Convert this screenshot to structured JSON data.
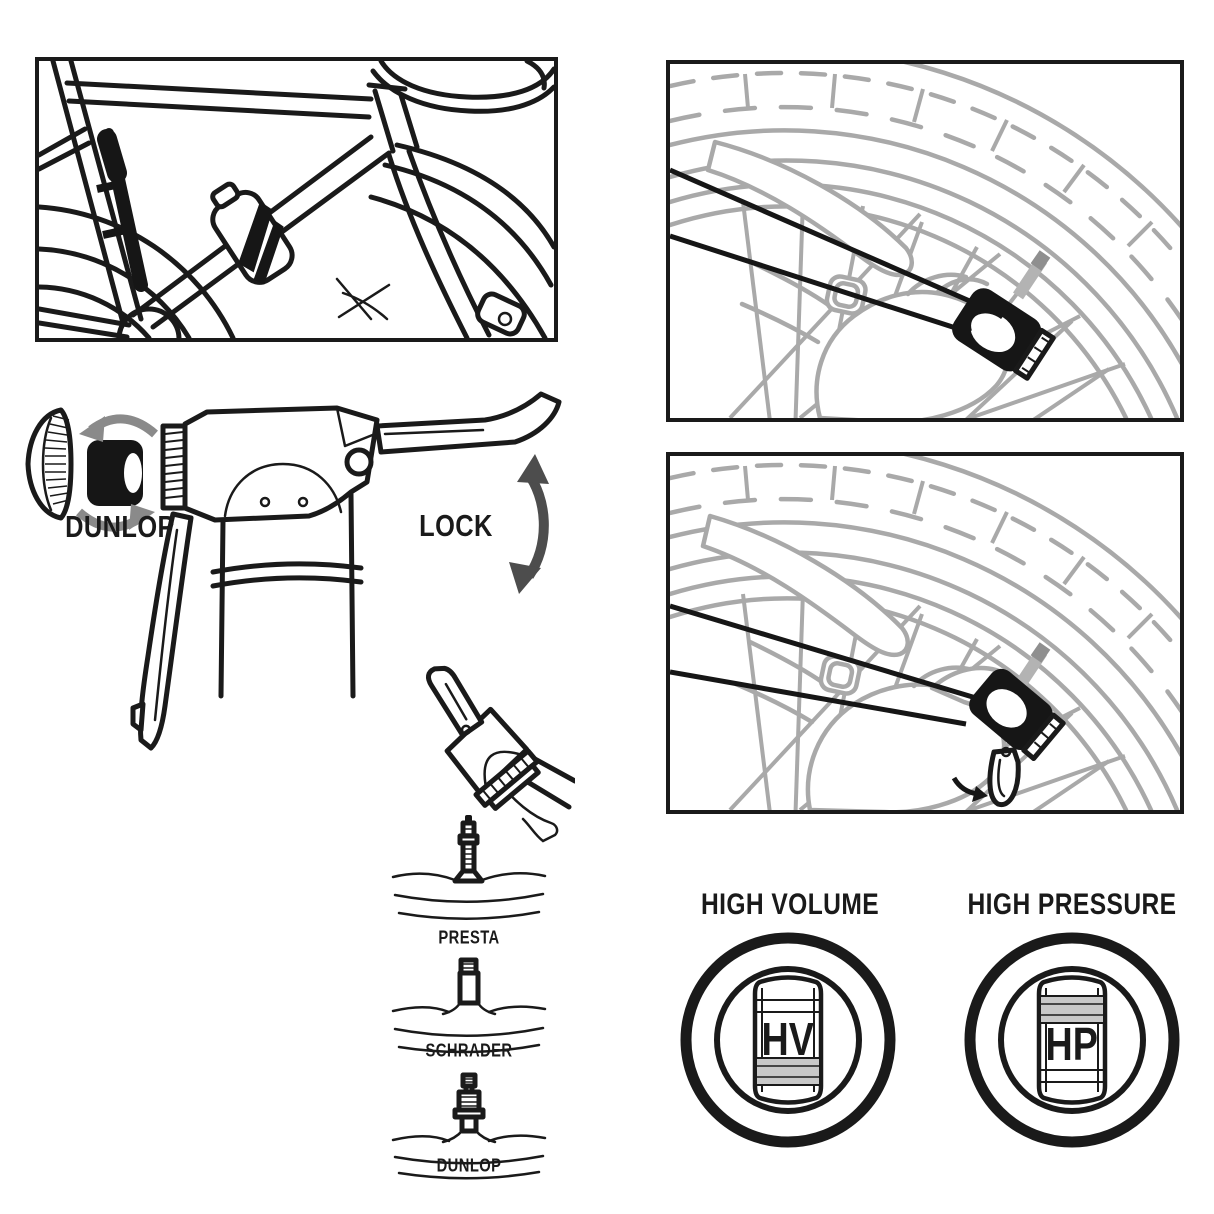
{
  "figure": {
    "type": "instruction-diagram",
    "subject": "mini bike pump: mounting, valve adapter, locking onto tire valves, HV/HP modes"
  },
  "colors": {
    "ink": "#1a1a1a",
    "line_gray": "#a9a9a9",
    "rotate_arrow_gray": "#8a8a8a",
    "lock_arrow_gray": "#4d4d4d",
    "band_gray": "#c8c8c8",
    "background": "#ffffff"
  },
  "labels": {
    "adapter": "DUNLOP",
    "lock": "LOCK"
  },
  "valve_types": [
    {
      "name": "PRESTA"
    },
    {
      "name": "SCHRADER"
    },
    {
      "name": "DUNLOP"
    }
  ],
  "dials": [
    {
      "title": "HIGH VOLUME",
      "code": "HV",
      "band_position": "bottom"
    },
    {
      "title": "HIGH PRESSURE",
      "code": "HP",
      "band_position": "top"
    }
  ]
}
